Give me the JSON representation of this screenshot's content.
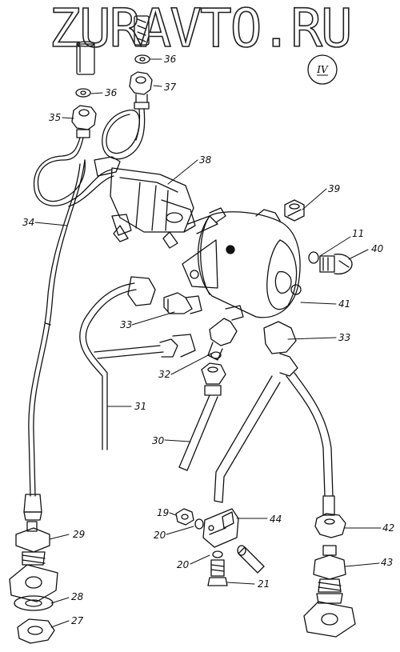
{
  "watermark": "ZURAVTO.RU",
  "roman_label": "IV",
  "callouts": {
    "c36a": "36",
    "c36b": "36",
    "c37": "37",
    "c35": "35",
    "c34": "34",
    "c38": "38",
    "c39": "39",
    "c11": "11",
    "c40": "40",
    "c41": "41",
    "c33a": "33",
    "c33b": "33",
    "c32": "32",
    "c31": "31",
    "c30": "30",
    "c29": "29",
    "c28": "28",
    "c27": "27",
    "c19": "19",
    "c20a": "20",
    "c20b": "20",
    "c21": "21",
    "c44": "44",
    "c42": "42",
    "c43": "43"
  }
}
